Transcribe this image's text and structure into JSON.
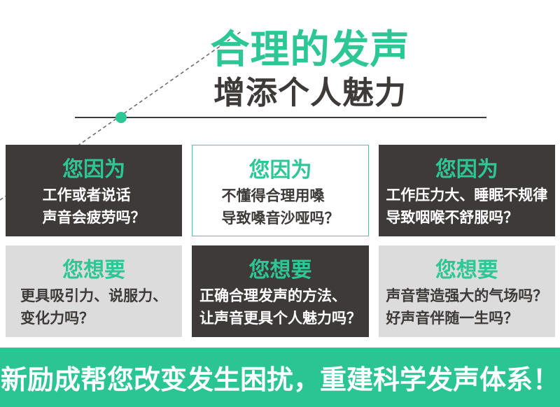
{
  "header": {
    "title": "合理的发声",
    "subtitle": "增添个人魅力"
  },
  "cards": [
    {
      "variant": "dark",
      "header": "您因为",
      "lines": [
        "工作或者说话",
        "声音会疲劳吗？"
      ]
    },
    {
      "variant": "outline",
      "header": "您因为",
      "lines": [
        "不懂得合理用嗓",
        "导致嗓音沙哑吗？"
      ]
    },
    {
      "variant": "dark",
      "header": "您因为",
      "lines": [
        "工作压力大、睡眠不规律",
        "导致咽喉不舒服吗？"
      ]
    },
    {
      "variant": "gray",
      "header": "您想要",
      "lines": [
        "更具吸引力、说服力、",
        "变化力吗？"
      ]
    },
    {
      "variant": "dark",
      "header": "您想要",
      "lines": [
        "正确合理发声的方法、",
        "让声音更具个人魅力吗？"
      ]
    },
    {
      "variant": "gray",
      "header": "您想要",
      "lines": [
        "声音营造强大的气场吗？",
        "好声音伴随一生吗？"
      ]
    }
  ],
  "banner": {
    "text": "新励成帮您改变发生困扰，重建科学发声体系！"
  },
  "colors": {
    "accent_green": "#2CC795",
    "banner_green": "#2BC594",
    "dark_card": "#3E3A39",
    "gray_card": "#DCDCDC",
    "outline_border": "#3ECFA2",
    "dashed_line": "#666666",
    "rule_line": "#3E3A39",
    "dot_fill": "#2CC795"
  }
}
